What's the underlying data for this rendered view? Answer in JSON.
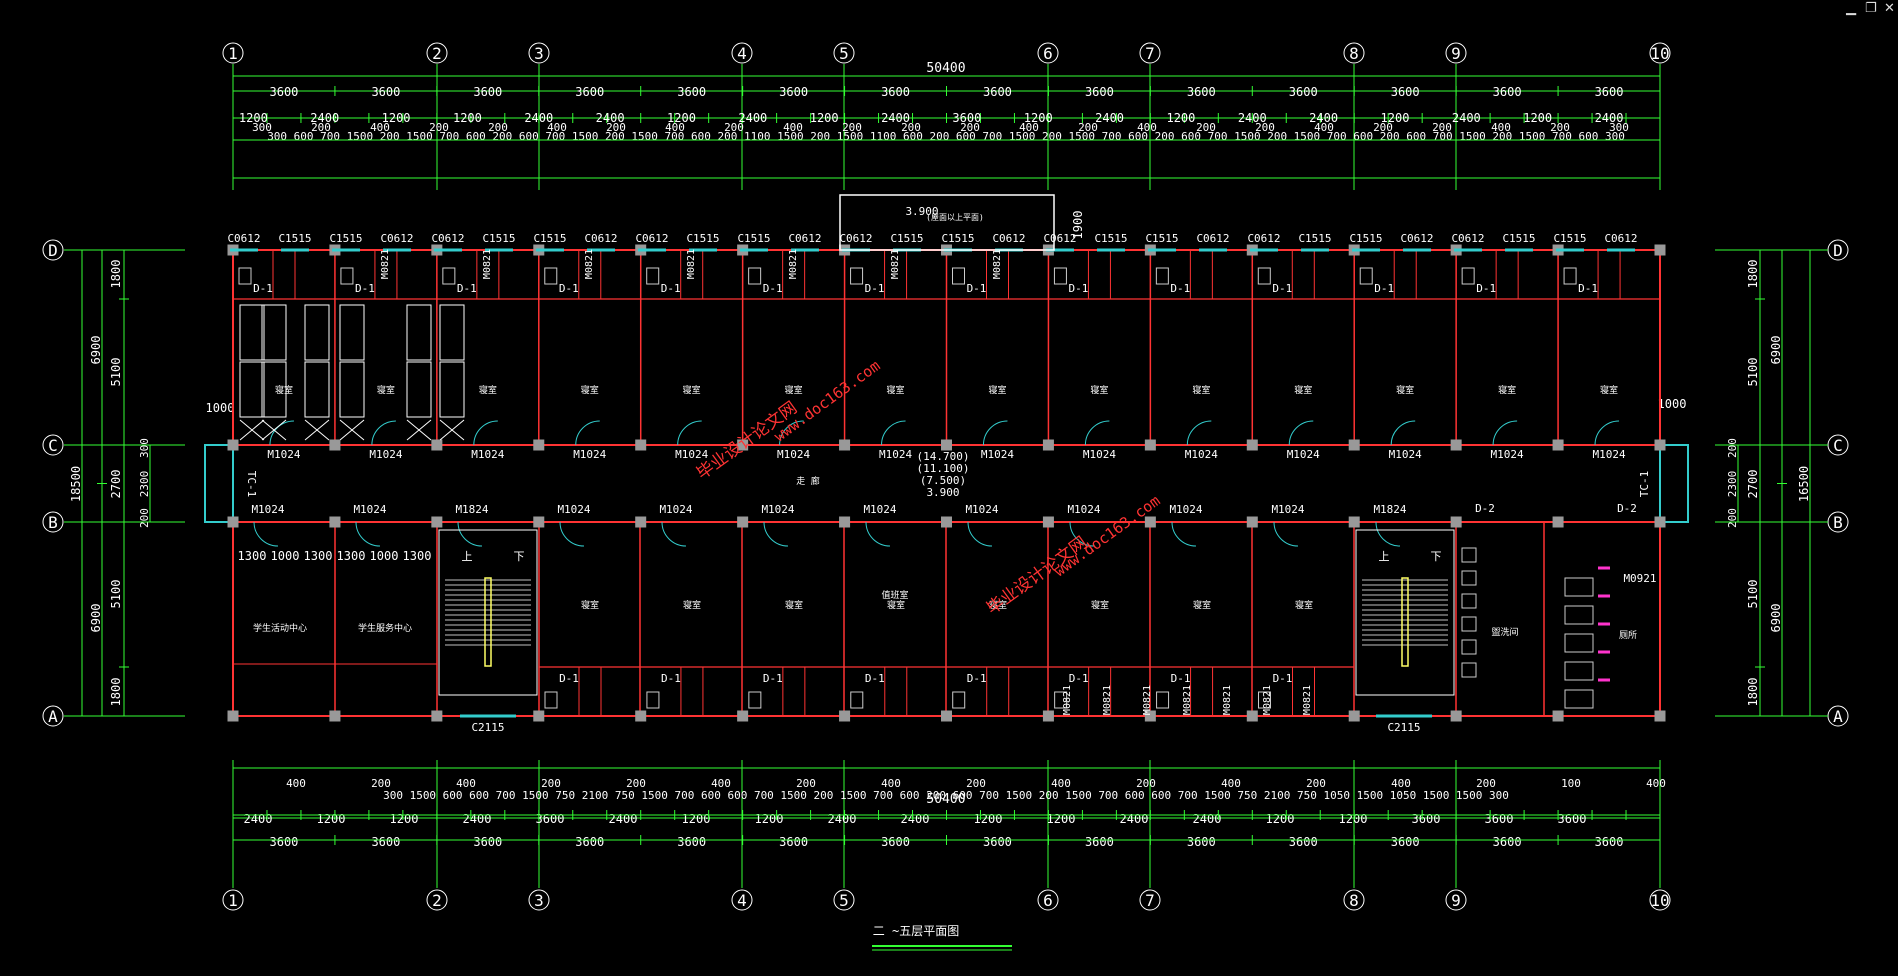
{
  "window_controls": {
    "minimize": "▁",
    "restore": "❐",
    "close": "✕"
  },
  "colors": {
    "background": "#000000",
    "dimension": "#33ff33",
    "wall": "#ff3333",
    "axis": "#ffffff",
    "window": "#33cccc",
    "column": "#999999",
    "fixture": "#cccccc",
    "partition": "#ff33cc",
    "stair": "#ffff66",
    "watermark": "#ff3333"
  },
  "grid_columns": [
    "1",
    "2",
    "3",
    "4",
    "5",
    "6",
    "7",
    "8",
    "9",
    "10"
  ],
  "grid_rows": [
    "A",
    "B",
    "C",
    "D"
  ],
  "dimensions": {
    "top_total": "50400",
    "bottom_total": "50400",
    "top_row1": [
      "3600",
      "3600",
      "3600",
      "3600",
      "3600",
      "3600",
      "3600",
      "3600",
      "3600",
      "3600",
      "3600",
      "3600",
      "3600",
      "3600"
    ],
    "top_row2": [
      "1200",
      "2400",
      "1200",
      "1200",
      "2400",
      "2400",
      "1200",
      "2400",
      "1200",
      "2400",
      "3600",
      "1200",
      "2400",
      "1200",
      "2400",
      "2400",
      "1200",
      "2400",
      "1200",
      "2400"
    ],
    "top_row3": "300  600 700 1500 200 1500 700 600 200 600 700 1500 200 1500 700 600 200 1100 1500 200 1500 1100 600 200 600 700 1500 200 1500 700 600 200 600 700 1500 200 1500 700 600 200 600 700 1500 200 1500 700 600 300",
    "top_row3b": [
      "300",
      "200",
      "400",
      "200",
      "200",
      "400",
      "200",
      "400",
      "200",
      "400",
      "200",
      "200",
      "200",
      "400",
      "200",
      "400",
      "200",
      "200",
      "400",
      "200",
      "200",
      "400",
      "200",
      "300"
    ],
    "bottom_row1": [
      "3600",
      "3600",
      "3600",
      "3600",
      "3600",
      "3600",
      "3600",
      "3600",
      "3600",
      "3600",
      "3600",
      "3600",
      "3600",
      "3600"
    ],
    "bottom_row2": [
      "2400",
      "1200",
      "1200",
      "2400",
      "3600",
      "2400",
      "1200",
      "1200",
      "2400",
      "2400",
      "1200",
      "1200",
      "2400",
      "2400",
      "1200",
      "1200",
      "3600",
      "3600",
      "3600"
    ],
    "bottom_row3": "300 1500 600 600 700 1500 750  2100  750 1500 700 600 600 700 1500 200 1500 700 600 200 600 700 1500 200 1500 700 600 600 700 1500 750  2100  750 1050 1500 1050 1500 1500 300",
    "bottom_row3b": [
      "400",
      "200",
      "400",
      "200",
      "200",
      "400",
      "200",
      "400",
      "200",
      "400",
      "200",
      "400",
      "200",
      "400",
      "200",
      "100",
      "400"
    ],
    "left_outer": "18500",
    "left_mid": [
      "6900",
      "6900"
    ],
    "left_inner": [
      "1800",
      "5100",
      "2700",
      "5100",
      "1800"
    ],
    "left_corr": [
      "300",
      "2300",
      "200"
    ],
    "right_outer": "16500",
    "right_mid": [
      "6900",
      "6900"
    ],
    "right_inner": [
      "1800",
      "5100",
      "2700",
      "5100",
      "1800"
    ],
    "right_corr": [
      "200",
      "2300",
      "200"
    ],
    "left_1000": "1000",
    "right_1000": "1000",
    "bay_1300": [
      "1300",
      "1000",
      "1300",
      "1300",
      "1000",
      "1300"
    ],
    "top_1900": "1900"
  },
  "labels": {
    "windows_top": [
      "C0612",
      "C1515",
      "C1515",
      "C0612",
      "C0612",
      "C1515",
      "C1515",
      "C0612",
      "C0612",
      "C1515",
      "C1515",
      "C0612",
      "C0612",
      "C1515",
      "C1515",
      "C0612",
      "C0612",
      "C1515",
      "C1515",
      "C0612",
      "C0612",
      "C1515",
      "C1515",
      "C0612",
      "C0612",
      "C1515",
      "C1515",
      "C0612"
    ],
    "doors_north": [
      "M1024",
      "M1024",
      "M1024",
      "M1024",
      "M1024",
      "M1024",
      "M1024",
      "M1024",
      "M1024",
      "M1024",
      "M1024",
      "M1024",
      "M1024",
      "M1024"
    ],
    "doors_south": [
      "M1024",
      "M1024",
      "M1824",
      "M1024",
      "M1024",
      "M1024",
      "M1024",
      "M1024",
      "M1024",
      "M1024",
      "M1024",
      "M1824"
    ],
    "bath_doors": [
      "M0821",
      "M0821",
      "M0821",
      "M0821",
      "M0821",
      "M0821",
      "M0821",
      "M0821",
      "M0821",
      "M0821",
      "M0821",
      "M0821",
      "M0821",
      "M0821"
    ],
    "d1": "D-1",
    "d2": "D-2",
    "tc1": "TC-1",
    "c2115": "C2115",
    "m0921": "M0921",
    "elev_box": "3.900",
    "elev_box_note": "(屋面以上平面)",
    "corridor_elev": [
      "(14.700)",
      "(11.100)",
      "(7.500)",
      "3.900"
    ],
    "corridor_label": "走 廊",
    "room_dorm": "寝室",
    "room_duty": "值班室",
    "room_left1": "学生活动中心",
    "room_left2": "学生服务中心",
    "room_wash": "盥洗间",
    "room_wc": "厕所",
    "stair_up": "上",
    "stair_down": "下",
    "title": "二 ~五层平面图"
  },
  "watermarks": [
    "毕业设计论文网",
    "www.doc163.com"
  ]
}
